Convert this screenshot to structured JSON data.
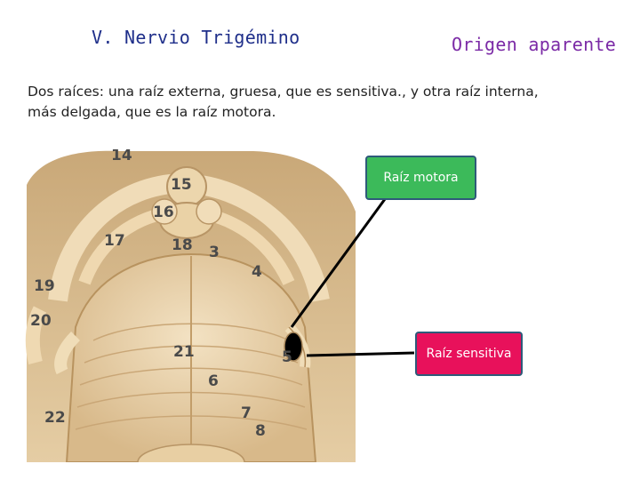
{
  "header": {
    "title": "V. Nervio Trigémino",
    "subtitle": "Origen aparente"
  },
  "body": {
    "description_line1": "Dos raíces: una raíz externa, gruesa, que es sensitiva., y otra raíz interna,",
    "description_line2": "más delgada, que es la raíz motora."
  },
  "figure": {
    "labels": [
      "14",
      "15",
      "16",
      "17",
      "18",
      "3",
      "4",
      "19",
      "20",
      "21",
      "5",
      "6",
      "7",
      "8",
      "22"
    ]
  },
  "callouts": {
    "motor": "Raíz motora",
    "sensory": "Raíz sensitiva"
  },
  "colors": {
    "title": "#1f2f8a",
    "subtitle": "#7b2aa6",
    "motor_box": "#3cba5a",
    "sensory_box": "#e8115b"
  }
}
